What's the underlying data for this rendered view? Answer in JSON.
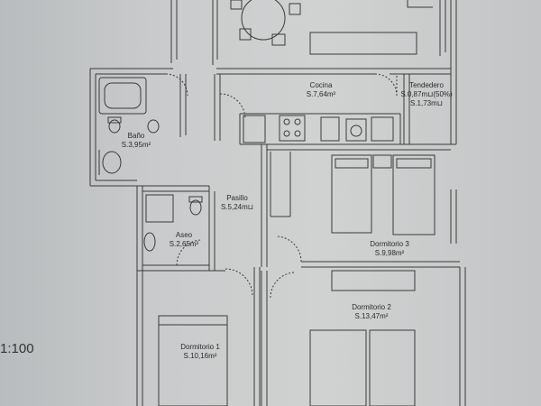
{
  "rooms": {
    "cocina": {
      "name": "Cocina",
      "area": "S.7,64m²"
    },
    "tendedero": {
      "name": "Tendedero",
      "area": "S.0,87m⊔(50%)",
      "area2": "S.1,73m⊔"
    },
    "bano": {
      "name": "Baño",
      "area": "S.3,95m²"
    },
    "pasillo": {
      "name": "Pasillo",
      "area": "S.5,24m⊔"
    },
    "aseo": {
      "name": "Aseo",
      "area": "S.2,65m²"
    },
    "dormitorio3": {
      "name": "Dormitorio 3",
      "area": "S.9,98m²"
    },
    "dormitorio2": {
      "name": "Dormitorio 2",
      "area": "S.13,47m²"
    },
    "dormitorio1": {
      "name": "Dormitorio 1",
      "area": "S.10,16m²"
    }
  },
  "scale": "1:100"
}
